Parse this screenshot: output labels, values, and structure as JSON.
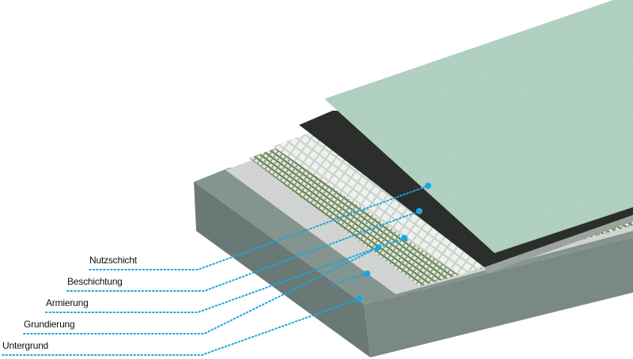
{
  "title": "Floor coating layer structure",
  "layers": [
    {
      "label": "Nutzschicht"
    },
    {
      "label": "Beschichtung"
    },
    {
      "label": "Armierung"
    },
    {
      "label": "Grundierung"
    },
    {
      "label": "Untergrund"
    }
  ],
  "colors": {
    "leader": "#1aa7e0",
    "nutzschicht": "#b7d8c9",
    "beschichtung_dark": "#2e302d",
    "grid": "#e4e8e4",
    "mesh": "#6f8a5e",
    "grundierung": "#d9dcda",
    "concrete_top": "#8a9a95",
    "concrete_front": "#6e7e7a",
    "concrete_side": "#7f8f8a"
  }
}
